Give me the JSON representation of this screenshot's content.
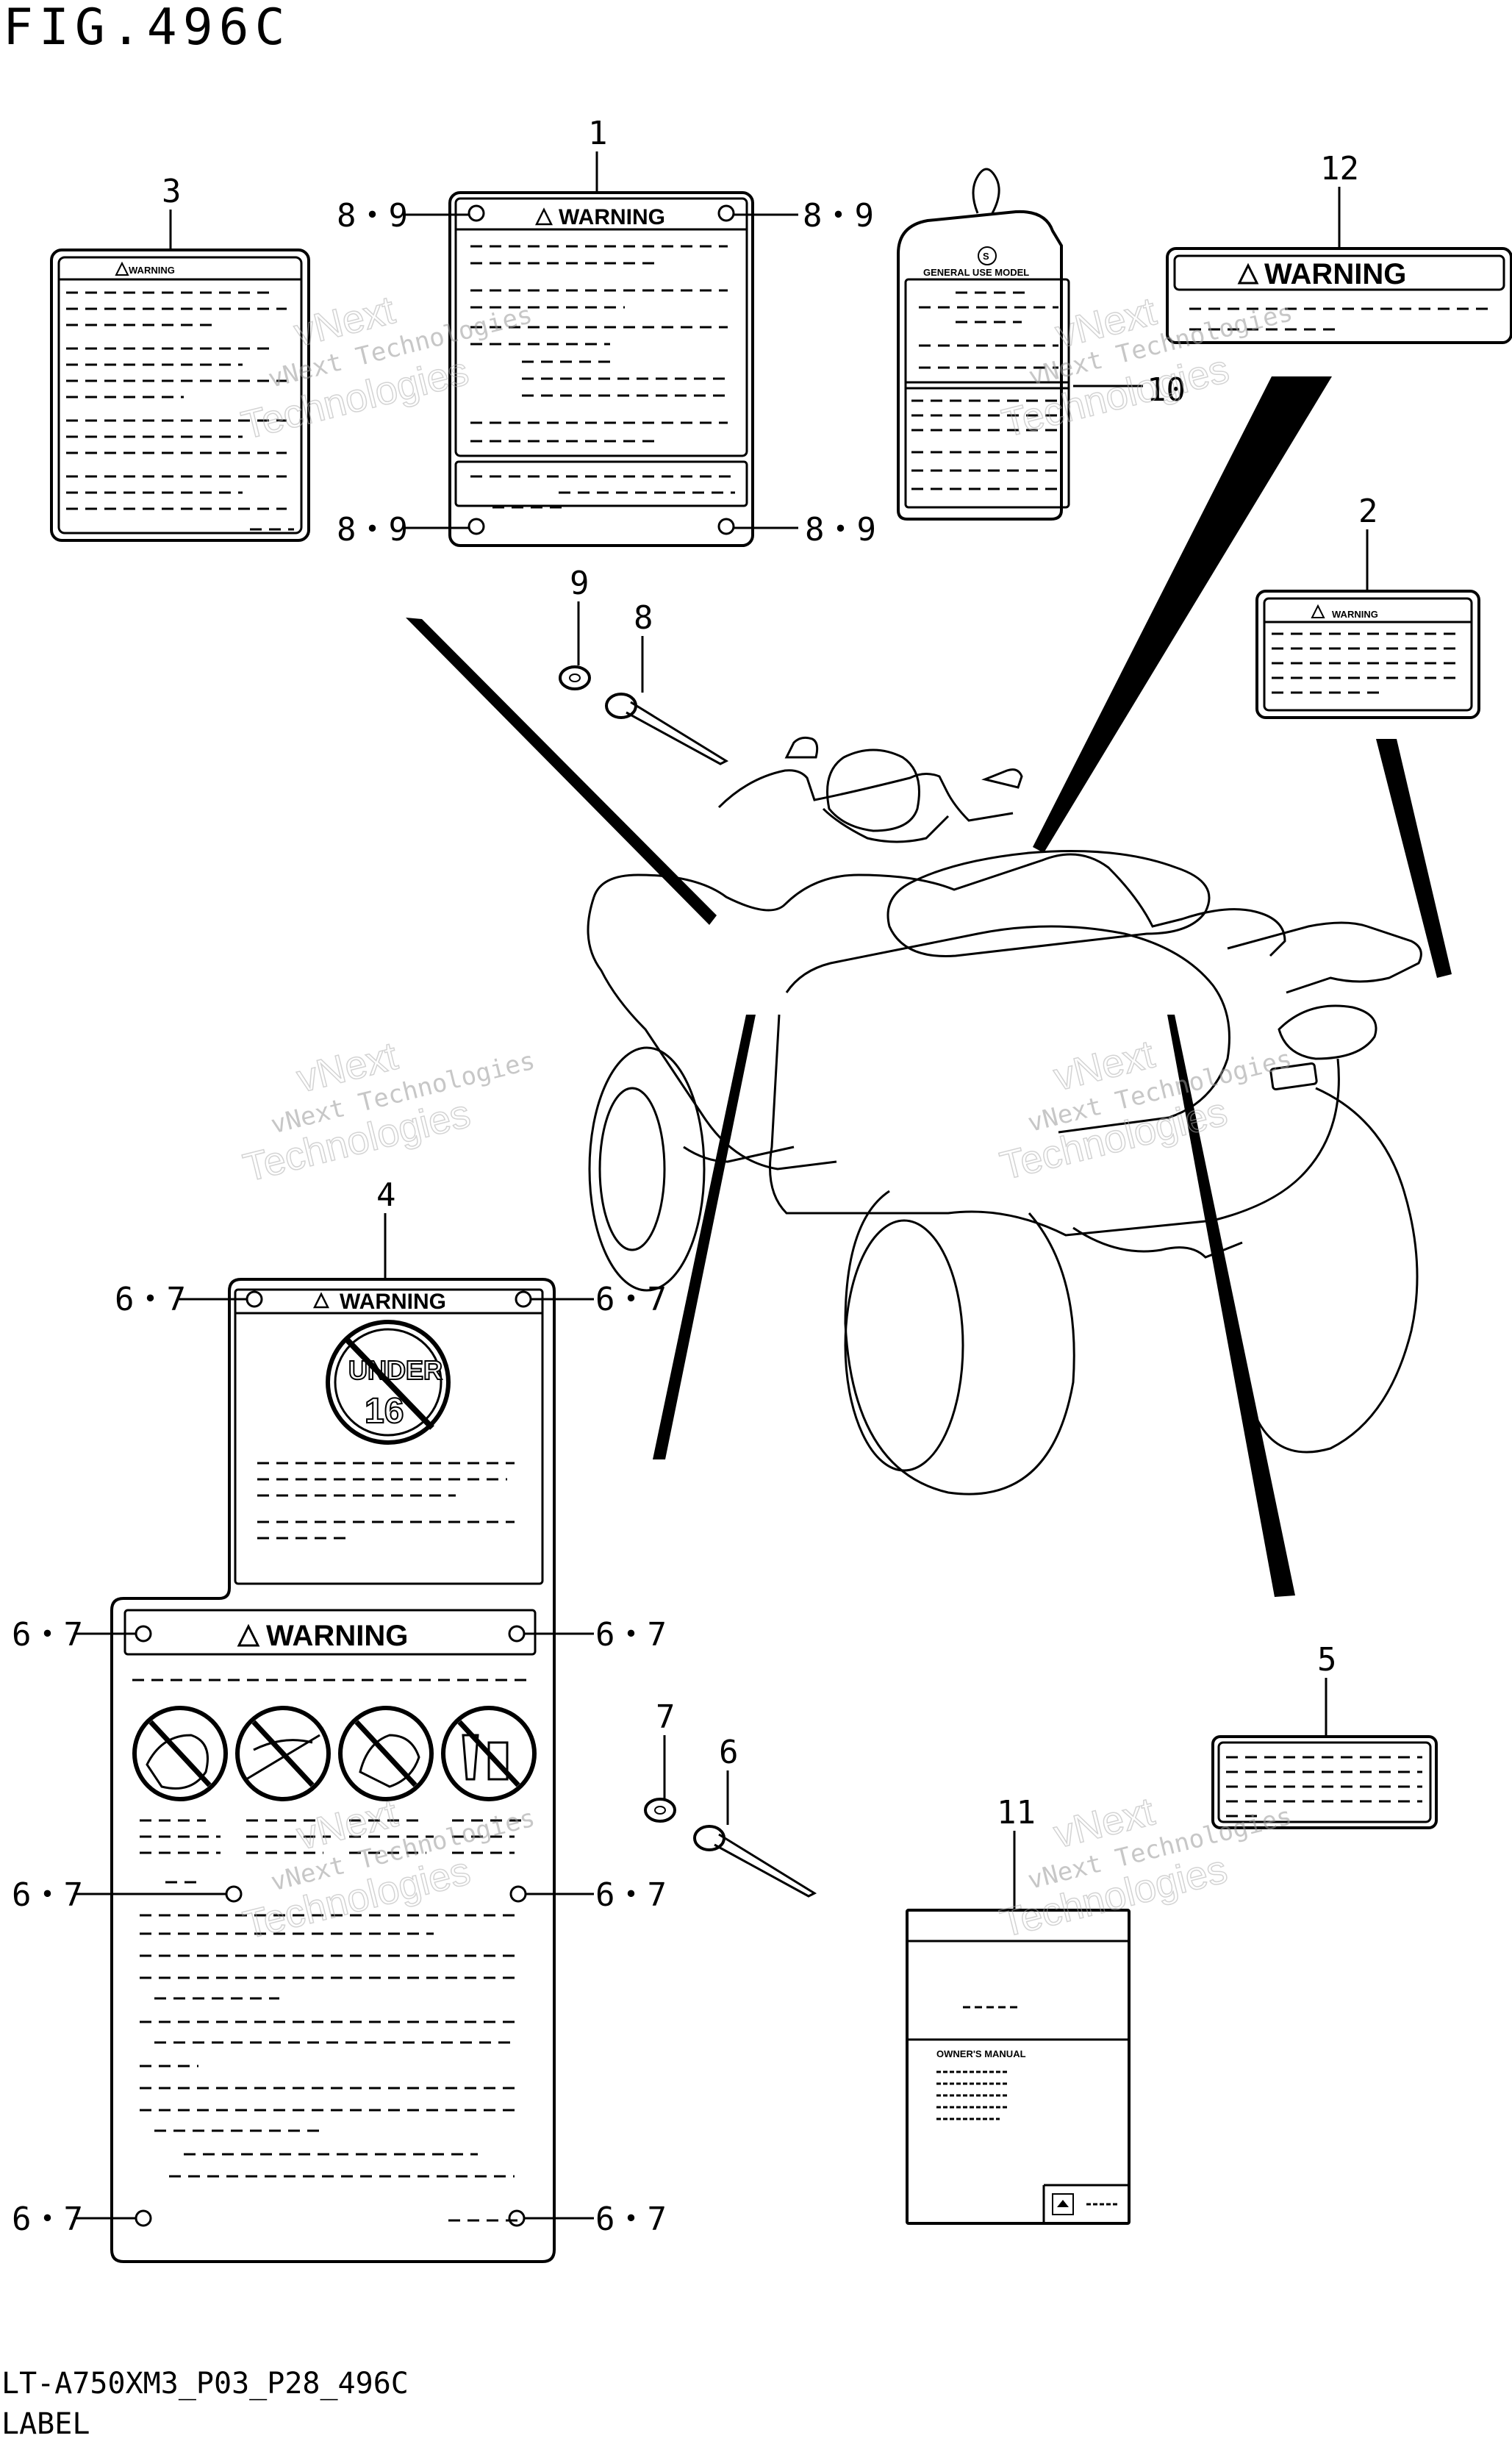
{
  "figure": {
    "title": "FIG.496C",
    "model_code": "LT-A750XM3_P03_P28_496C",
    "caption": "LABEL"
  },
  "callouts": {
    "c1": "1",
    "c2": "2",
    "c3": "3",
    "c4": "4",
    "c5": "5",
    "c6": "6",
    "c7": "7",
    "c8": "8",
    "c9": "9",
    "c10": "10",
    "c11": "11",
    "c12": "12",
    "c89": "8・9",
    "c67": "6・7"
  },
  "label_text": {
    "warning": "WARNING",
    "under": "UNDER",
    "age": "16",
    "general_use": "GENERAL USE MODEL",
    "owners_manual": "OWNER'S MANUAL",
    "tag_mark": "S"
  },
  "watermark": {
    "line1": "vNext Technologies",
    "line2": "vNext",
    "line3": "Technologies"
  },
  "colors": {
    "ink": "#000000",
    "paper": "#ffffff",
    "watermark": "#9a9a9a"
  }
}
